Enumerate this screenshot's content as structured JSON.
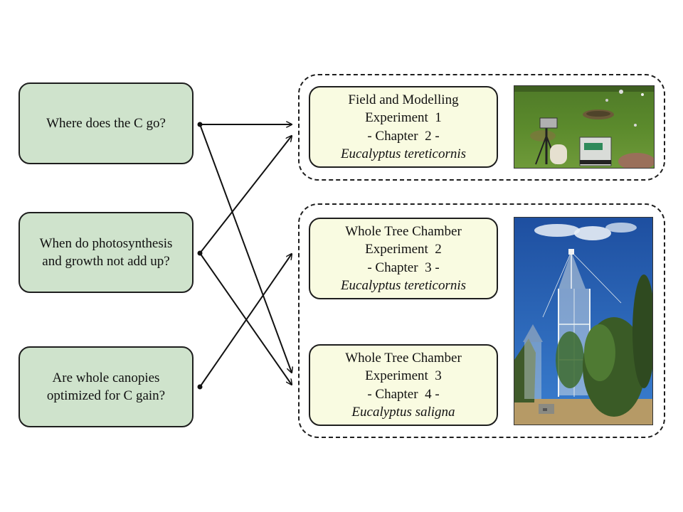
{
  "questions": [
    {
      "lines": [
        "Where does the C go?"
      ]
    },
    {
      "lines": [
        "When do photosynthesis",
        "and growth not add up?"
      ]
    },
    {
      "lines": [
        "Are whole canopies",
        "optimized for C gain?"
      ]
    }
  ],
  "experiments": [
    {
      "line1": "Field and Modelling",
      "line2": "Experiment  1",
      "line3": "- Chapter  2 -",
      "species": "Eucalyptus tereticornis"
    },
    {
      "line1": "Whole Tree Chamber",
      "line2": "Experiment  2",
      "line3": "- Chapter  3 -",
      "species": "Eucalyptus tereticornis"
    },
    {
      "line1": "Whole Tree Chamber",
      "line2": "Experiment  3",
      "line3": "- Chapter  4 -",
      "species": "Eucalyptus saligna"
    }
  ],
  "colors": {
    "question_fill": "#cfe3cc",
    "experiment_fill": "#f9fbe1",
    "stroke": "#1e1e1e"
  }
}
